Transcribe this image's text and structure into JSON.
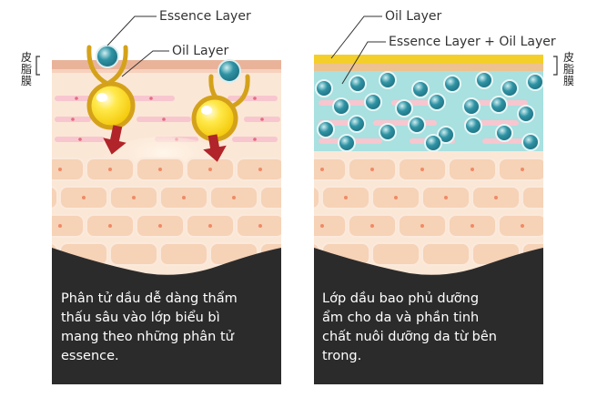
{
  "left_panel": {
    "callout_top": "Essence Layer",
    "callout_second": "Oil Layer",
    "side_label": "皮脂膜",
    "caption": "Phân tử dầu dễ dàng thẩm\nthấu sâu vào lớp biểu bì\nmang theo những phân tử\nessence."
  },
  "right_panel": {
    "callout_top": "Oil Layer",
    "callout_second": "Essence Layer + Oil Layer",
    "side_label": "皮脂膜",
    "caption": "Lớp dầu bao phủ dưỡng\nẩm cho da và phần tinh\nchất nuôi dưỡng da từ bên\ntrong."
  },
  "colors": {
    "skin_light": "#fbe7d6",
    "skin_cell": "#f6d2b6",
    "oil_yellow": "#ffe000",
    "oil_ring": "#d4a21a",
    "essence_teal": "#2a8a9a",
    "essence_aqua": "#a9e0e0",
    "sebum_stripe": "#e9a48c",
    "arrow_red": "#b0242a",
    "dark_base": "#2c2b2b"
  }
}
